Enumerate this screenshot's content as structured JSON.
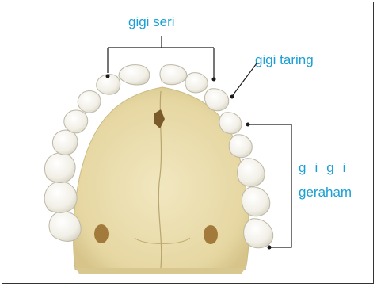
{
  "labels": {
    "incisors": "gigi seri",
    "canine": "gigi taring",
    "molars_line1": "gigi",
    "molars_line2": "geraham"
  },
  "colors": {
    "label_text": "#1aa0d4",
    "pointer_line": "#1a1a1a",
    "tooth_fill": "#f8f7f0",
    "tooth_shadow": "#c9c5b3",
    "palate_fill": "#ede2b6",
    "palate_shadow": "#cbbb84",
    "frame_border": "#333333"
  }
}
